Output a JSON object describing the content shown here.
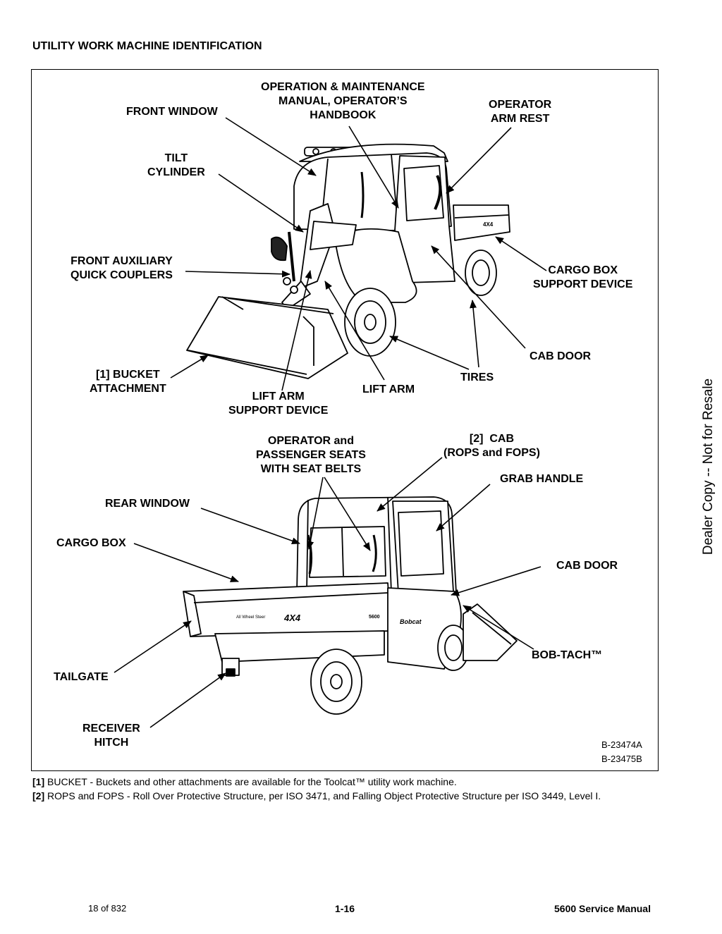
{
  "page": {
    "title": "UTILITY WORK MACHINE IDENTIFICATION",
    "side_note": "Dealer Copy -- Not for Resale"
  },
  "figure": {
    "top_labels": {
      "front_window": "FRONT WINDOW",
      "manual": "OPERATION & MAINTENANCE\nMANUAL, OPERATOR’S\nHANDBOOK",
      "arm_rest": "OPERATOR\nARM REST",
      "tilt_cylinder": "TILT\nCYLINDER",
      "front_couplers": "FRONT AUXILIARY\nQUICK COUPLERS",
      "cargo_box_support": "CARGO BOX\nSUPPORT DEVICE",
      "cab_door": "CAB DOOR",
      "tires": "TIRES",
      "bucket_attachment": "[1] BUCKET\nATTACHMENT",
      "lift_arm_support": "LIFT ARM\nSUPPORT DEVICE",
      "lift_arm": "LIFT ARM"
    },
    "bottom_labels": {
      "seats": "OPERATOR and\nPASSENGER SEATS\nWITH SEAT BELTS",
      "cab": "[2]  CAB\n(ROPS and FOPS)",
      "grab_handle": "GRAB HANDLE",
      "rear_window": "REAR WINDOW",
      "cargo_box": "CARGO BOX",
      "cab_door": "CAB DOOR",
      "bob_tach": "BOB-TACH™",
      "tailgate": "TAILGATE",
      "receiver_hitch": "RECEIVER\nHITCH"
    },
    "decals": {
      "four_by_four": "4X4",
      "brand": "Bobcat",
      "model": "5600",
      "all_wheel_steer": "All Wheel Steer"
    },
    "refs": "B-23474A\nB-23475B"
  },
  "footnotes": [
    {
      "mark": "[1]",
      "text": " BUCKET - Buckets and other attachments are available for the Toolcat™ utility work machine."
    },
    {
      "mark": "[2]",
      "text": " ROPS and FOPS - Roll Over Protective Structure, per ISO 3471, and Falling Object Protective Structure per ISO 3449, Level I."
    }
  ],
  "footer": {
    "page_count": "18 of 832",
    "page_number": "1-16",
    "manual_name": "5600 Service Manual"
  }
}
